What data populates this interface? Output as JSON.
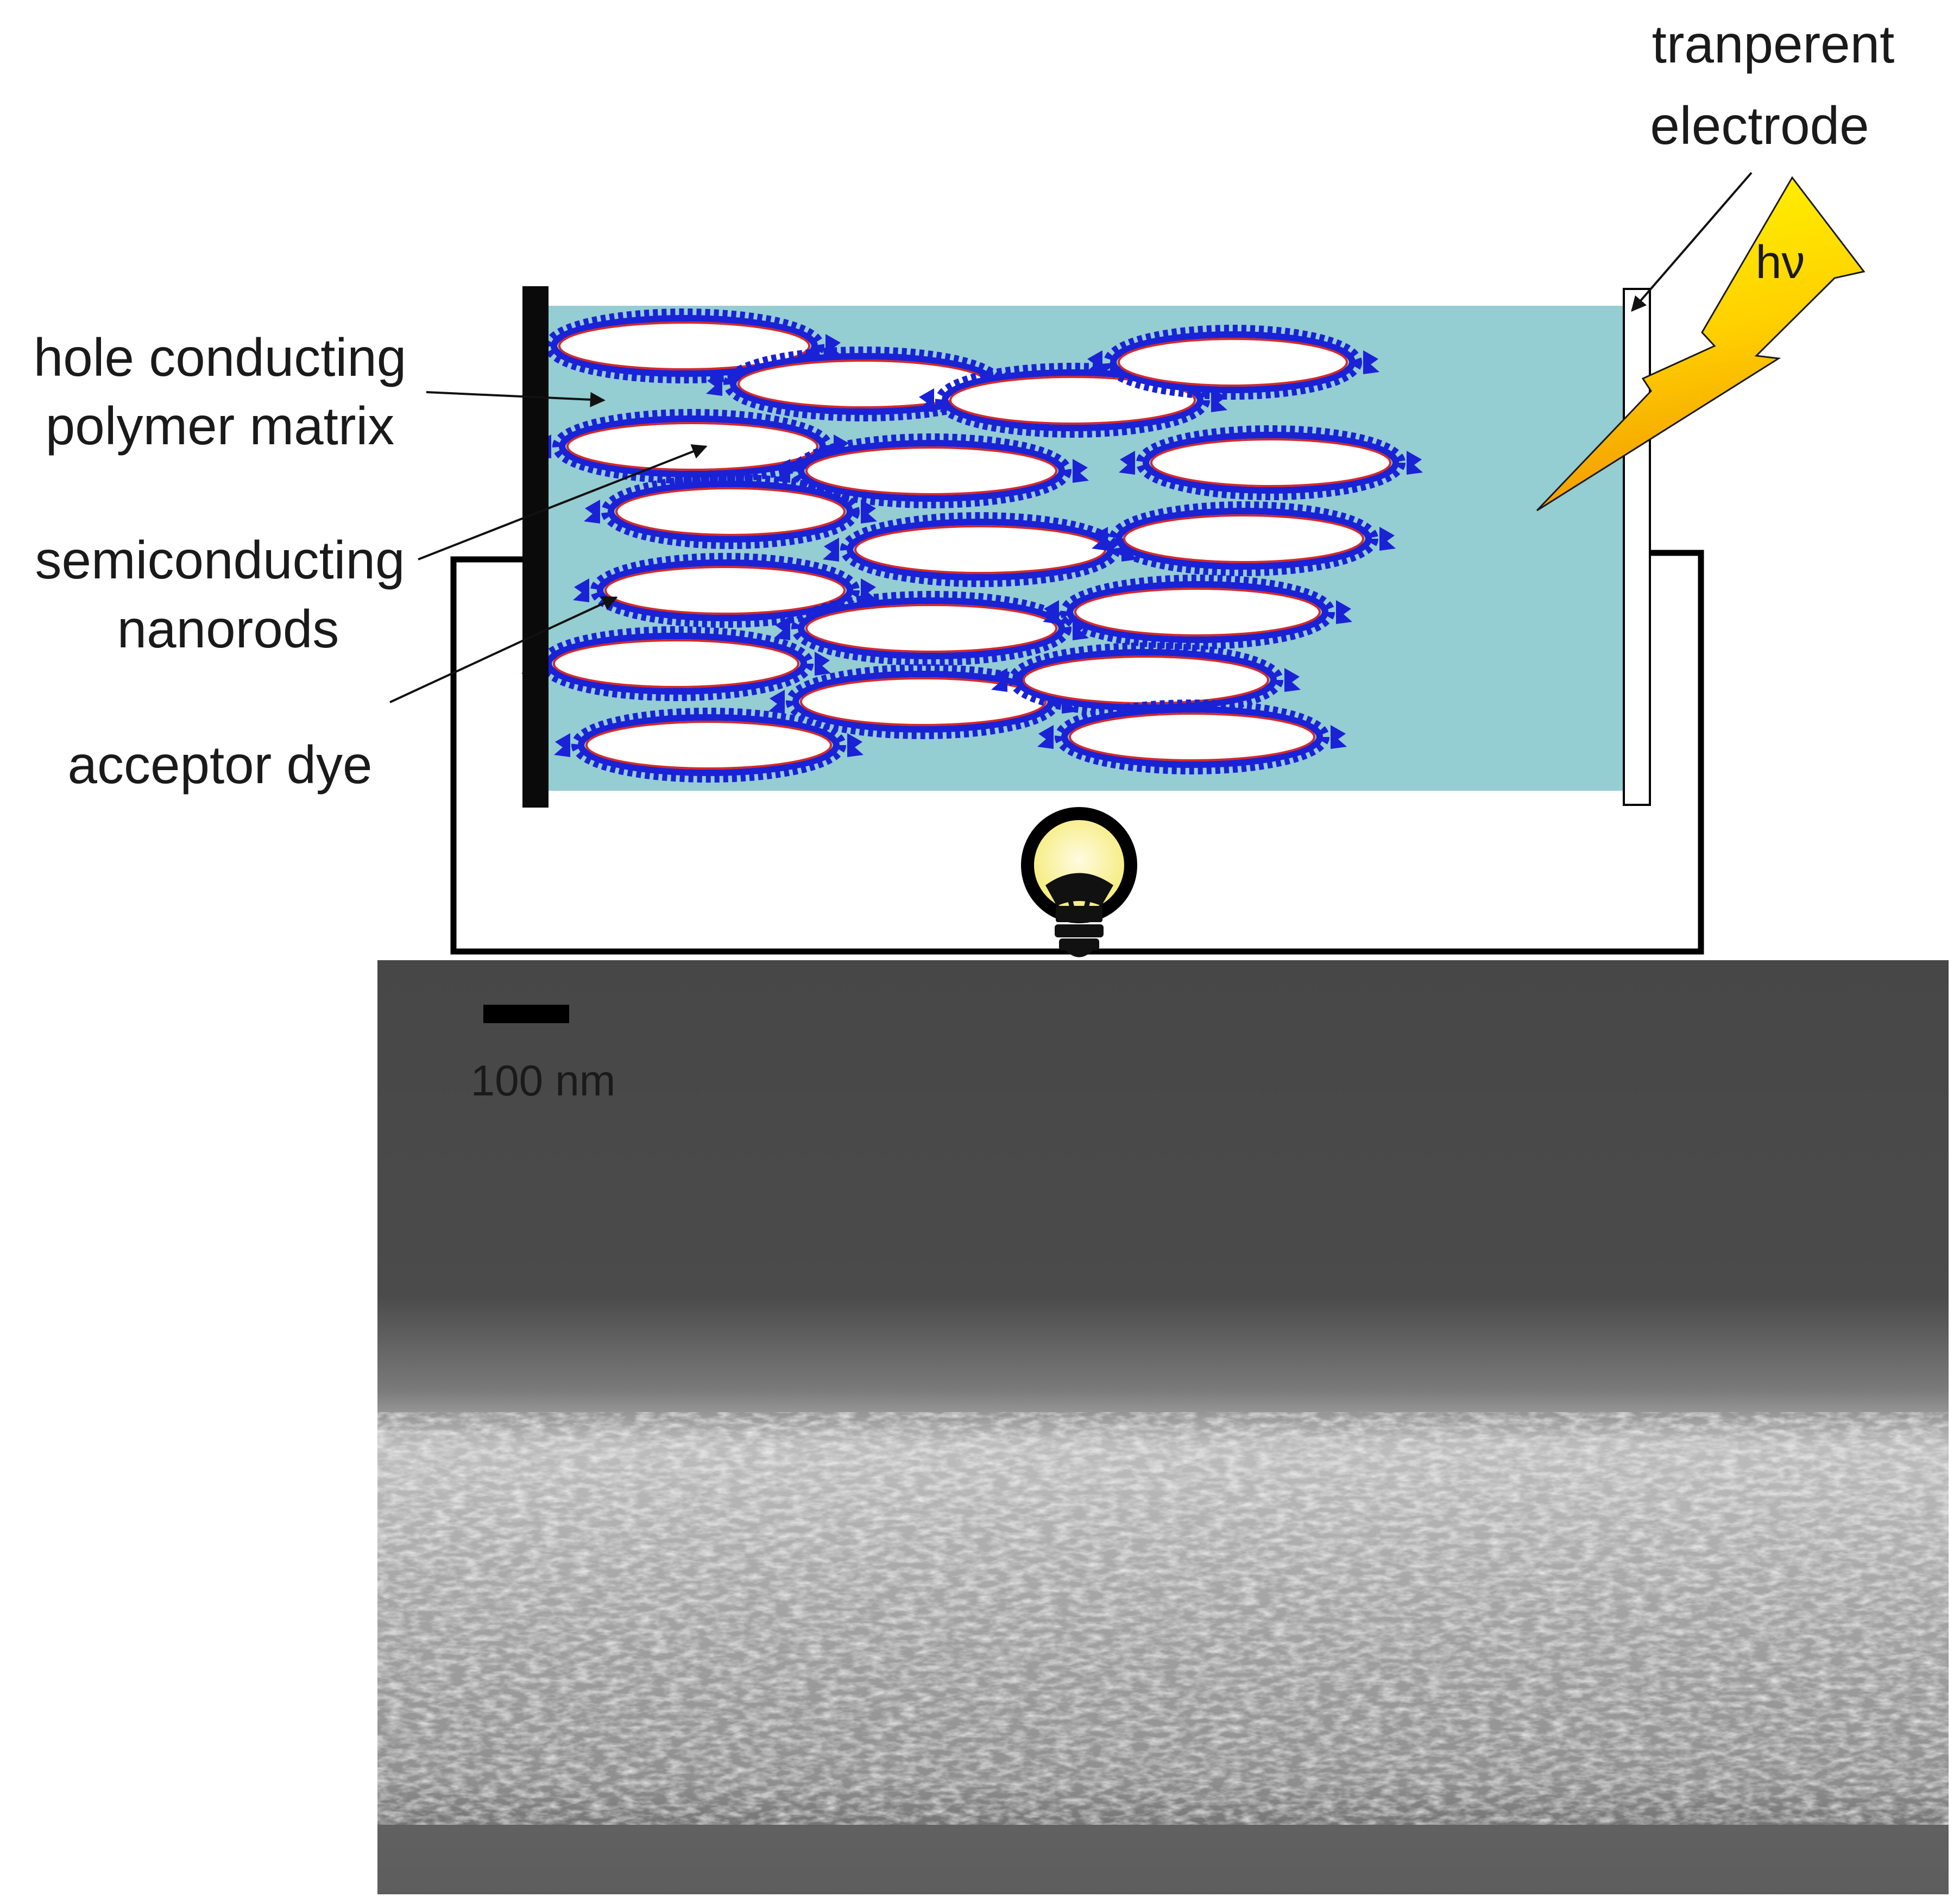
{
  "labels": {
    "hole_matrix_line1": "hole conducting",
    "hole_matrix_line2": "polymer matrix",
    "nanorods_line1": "semiconducting",
    "nanorods_line2": "nanorods",
    "acceptor_dye": "acceptor dye",
    "electrode_line1": "tranperent",
    "electrode_line2": "electrode",
    "photon": "hν",
    "scale_bar": "100 nm"
  },
  "colors": {
    "polymer_matrix": "#94cdd2",
    "dye": "#1a22d6",
    "rod_outline": "#d42a2a",
    "rod_fill": "#ffffff",
    "electrode_left": "#0a0a0a",
    "lightning_top": "#fff600",
    "lightning_bottom": "#f5a000",
    "sem_background": "#474747"
  },
  "icons": {
    "bulb": "light-bulb-icon",
    "lightning": "lightning-bolt-icon"
  }
}
